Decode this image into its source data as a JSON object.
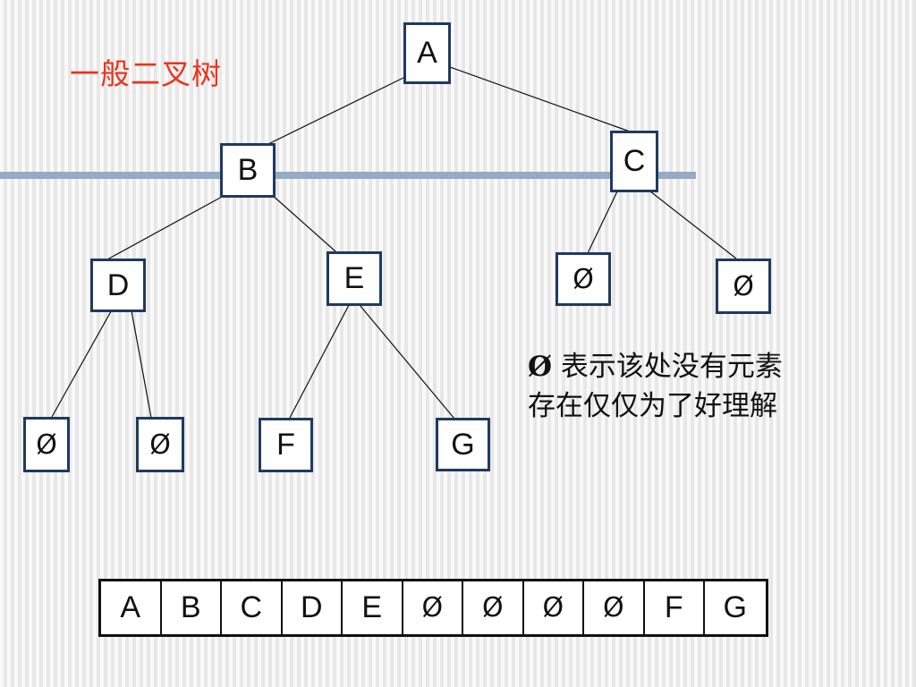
{
  "title": "一般二叉树",
  "tree": {
    "nodes": {
      "A": "A",
      "B": "B",
      "C": "C",
      "D": "D",
      "E": "E",
      "C_left": "Ø",
      "C_right": "Ø",
      "D_left": "Ø",
      "D_right": "Ø",
      "F": "F",
      "G": "G"
    }
  },
  "note": {
    "symbol": "Ø",
    "line1_text": " 表示该处没有元素",
    "line2_text": "存在仅仅为了好理解"
  },
  "array": [
    "A",
    "B",
    "C",
    "D",
    "E",
    "Ø",
    "Ø",
    "Ø",
    "Ø",
    "F",
    "G"
  ]
}
